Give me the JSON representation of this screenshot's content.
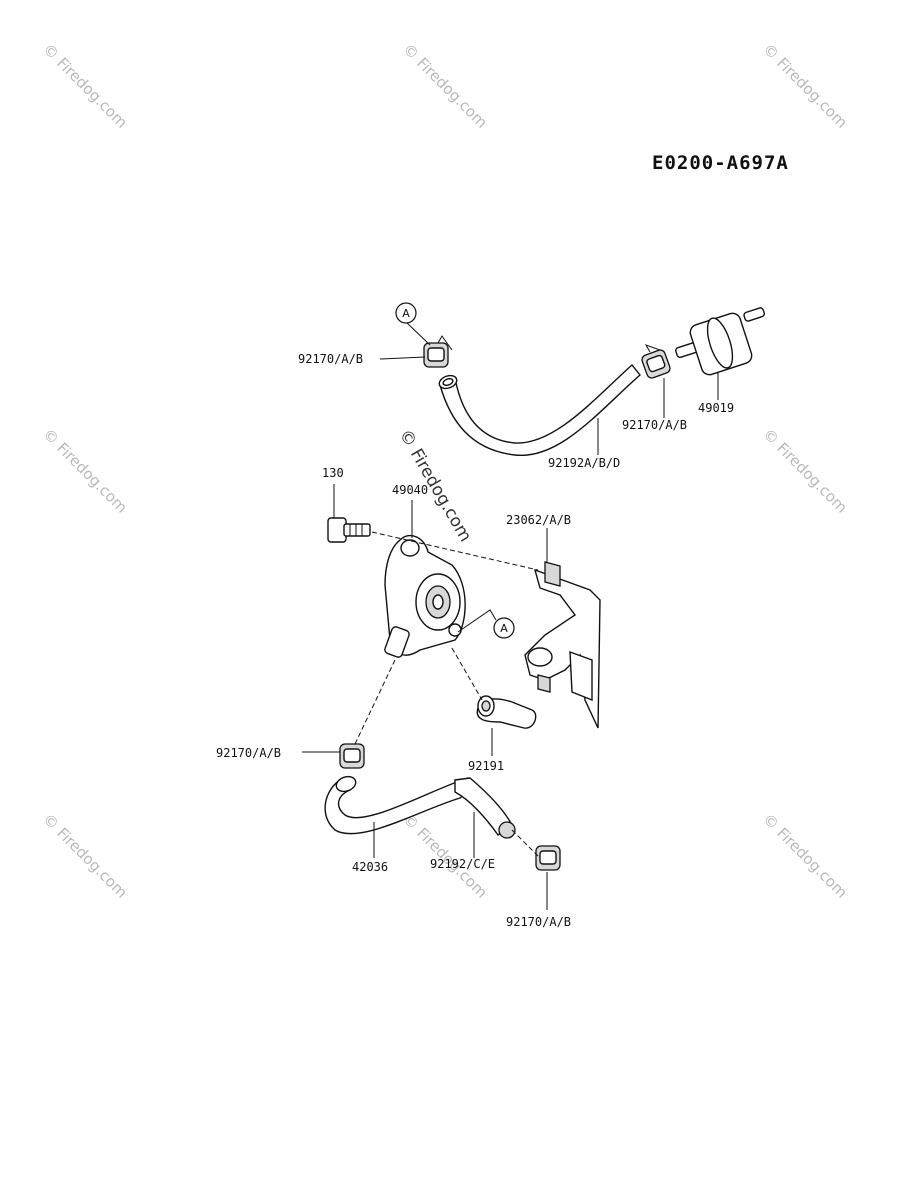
{
  "diagram_code": "E0200-A697A",
  "watermark": {
    "text": "© Firedog.com"
  },
  "callouts": {
    "ref_a_top": "A",
    "ref_a_mid": "A"
  },
  "part_labels": {
    "clamp_top_left": "92170/A/B",
    "clamp_top_right": "92170/A/B",
    "fuel_filter": "49019",
    "hose_upper": "92192A/B/D",
    "bolt": "130",
    "fuel_pump": "49040",
    "bracket": "23062/A/B",
    "clamp_lower_left": "92170/A/B",
    "hose_short": "92191",
    "fuel_line": "42036",
    "hose_lower": "92192/C/E",
    "clamp_bottom": "92170/A/B"
  }
}
